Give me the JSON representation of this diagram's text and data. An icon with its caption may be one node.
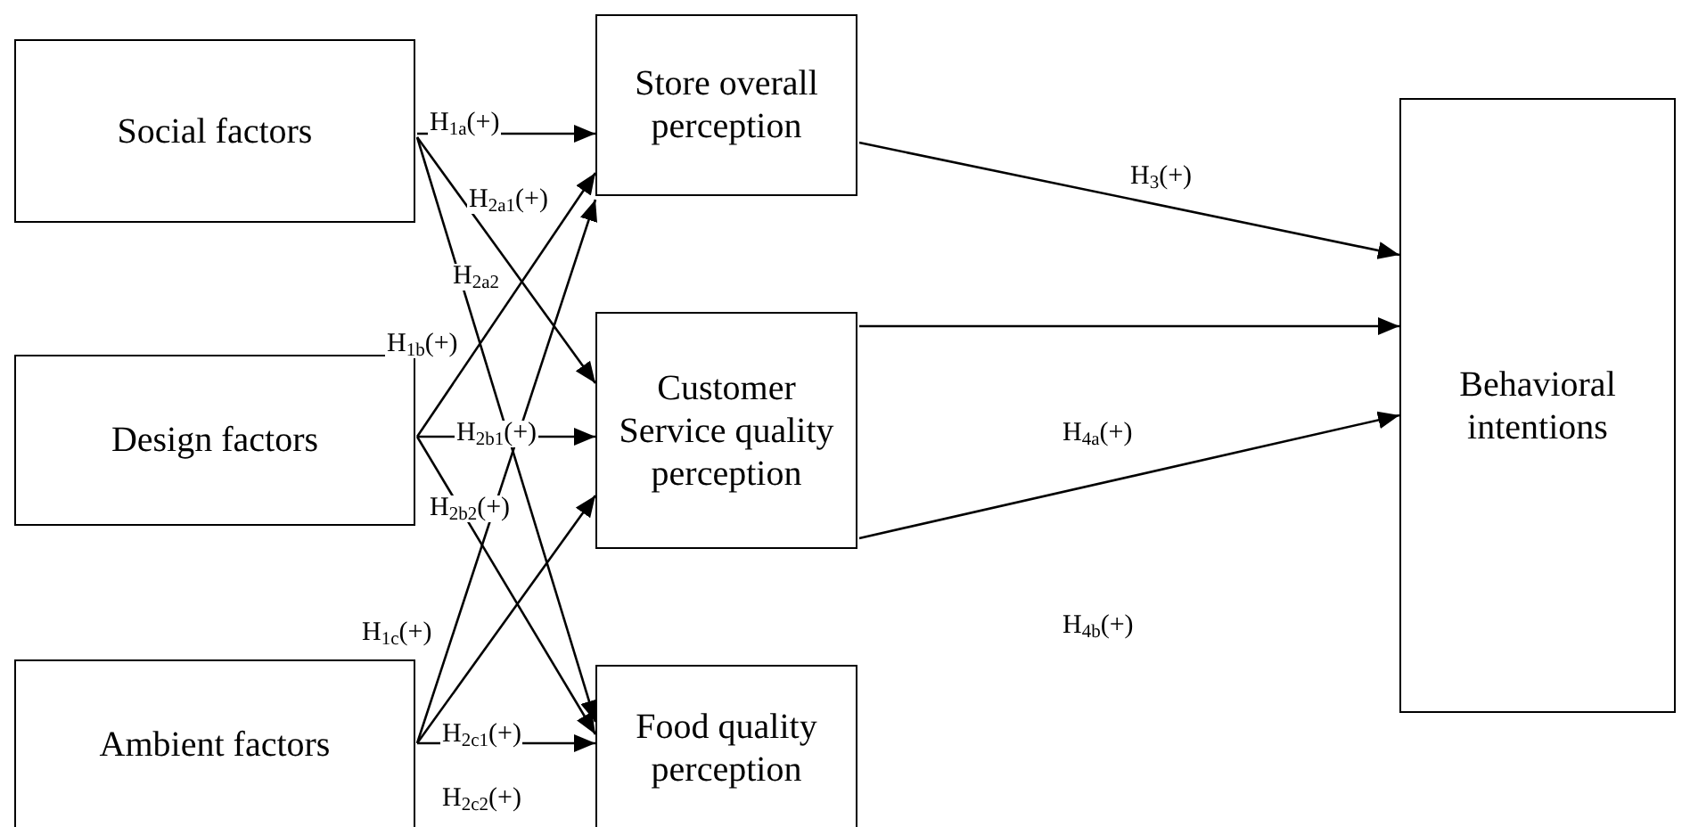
{
  "diagram": {
    "nodes": [
      {
        "text": [
          "Social factors"
        ]
      },
      {
        "text": [
          "Design factors"
        ]
      },
      {
        "text": [
          "Ambient factors"
        ]
      },
      {
        "text": [
          "Store overall perception"
        ]
      },
      {
        "text": [
          "Customer Service quality perception"
        ]
      },
      {
        "text": [
          "Food quality perception"
        ]
      },
      {
        "text": [
          "Behavioral intentions"
        ]
      }
    ],
    "edges": [
      {
        "from": 0,
        "to": 3,
        "arrow": "to",
        "label": "H$_{1a}$(+)"
      },
      {
        "from": 0,
        "to": 4,
        "arrow": "to"
      },
      {
        "from": 0,
        "to": 5,
        "arrow": "to"
      },
      {
        "from": 1,
        "to": 3,
        "arrow": "to"
      },
      {
        "from": 1,
        "to": 4,
        "arrow": "to",
        "label": "H$_{2b1}$(+)"
      },
      {
        "from": 1,
        "to": 5,
        "arrow": "to"
      },
      {
        "from": 2,
        "to": 3,
        "arrow": "to"
      },
      {
        "from": 2,
        "to": 4,
        "arrow": "to"
      },
      {
        "from": 2,
        "to": 5,
        "arrow": "to",
        "label": "H$_{2c1}$(+)"
      },
      {
        "from": 3,
        "to": 6,
        "arrow": "to",
        "label": "H$_{3}$(+)"
      },
      {
        "from": 4,
        "to": 6,
        "arrow": "to"
      },
      {
        "from": 4,
        "to": 6,
        "arrow": "to"
      }
    ],
    "labels": [
      "H$_{2a1}$(+)",
      "H$_{2a2}$",
      "H$_{1b}$(+)",
      "H$_{2b2}$(+)",
      "H$_{1c}$(+)",
      "H$_{2c2}$(+)",
      "H$_{4a}$(+)",
      "H$_{4b}$(+)"
    ]
  }
}
